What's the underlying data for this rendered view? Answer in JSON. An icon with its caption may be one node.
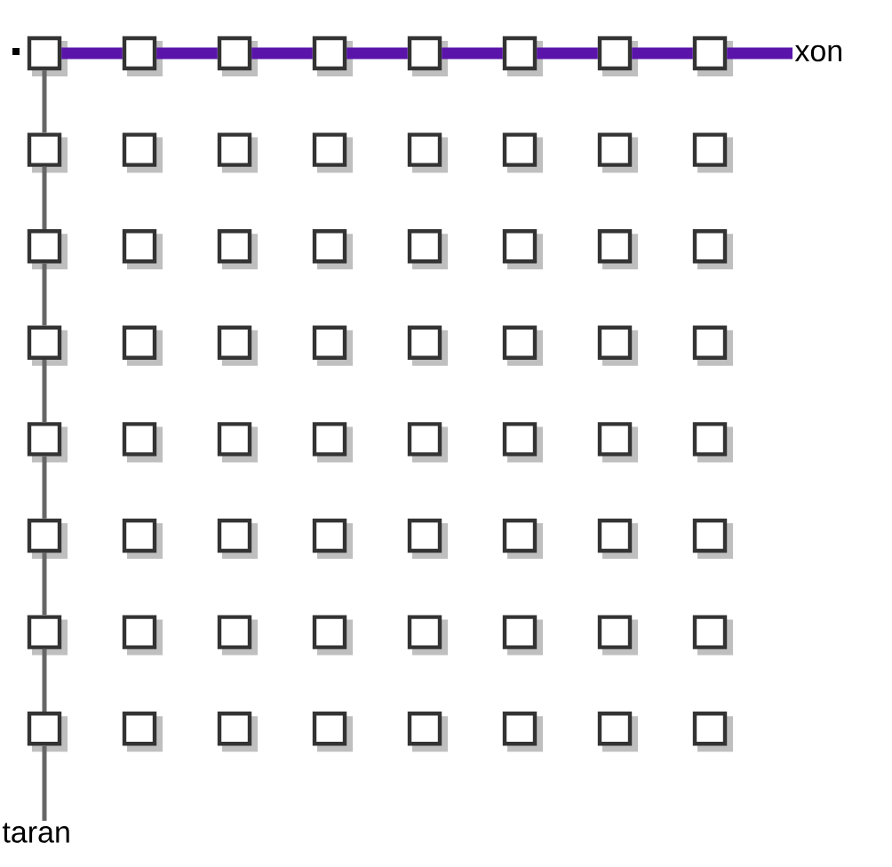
{
  "diagram": {
    "nodes": [
      {
        "text": [],
        "shape": "box"
      },
      {
        "text": [],
        "shape": "box"
      },
      {
        "text": [],
        "shape": "box"
      },
      {
        "text": [],
        "shape": "box"
      },
      {
        "text": [],
        "shape": "box"
      },
      {
        "text": [],
        "shape": "box"
      },
      {
        "text": [],
        "shape": "box"
      },
      {
        "text": [],
        "shape": "box"
      },
      {
        "text": [],
        "shape": "box"
      },
      {
        "text": [],
        "shape": "box"
      },
      {
        "text": [],
        "shape": "box"
      },
      {
        "text": [],
        "shape": "box"
      },
      {
        "text": [],
        "shape": "box"
      },
      {
        "text": [],
        "shape": "box"
      },
      {
        "text": [],
        "shape": "box"
      },
      {
        "text": [],
        "shape": "box"
      },
      {
        "text": [],
        "shape": "box"
      },
      {
        "text": [],
        "shape": "box"
      },
      {
        "text": [],
        "shape": "box"
      },
      {
        "text": [],
        "shape": "box"
      },
      {
        "text": [],
        "shape": "box"
      },
      {
        "text": [],
        "shape": "box"
      },
      {
        "text": [],
        "shape": "box"
      },
      {
        "text": [],
        "shape": "box"
      },
      {
        "text": [],
        "shape": "box"
      },
      {
        "text": [],
        "shape": "box"
      },
      {
        "text": [],
        "shape": "box"
      },
      {
        "text": [],
        "shape": "box"
      },
      {
        "text": [],
        "shape": "box"
      },
      {
        "text": [],
        "shape": "box"
      },
      {
        "text": [],
        "shape": "box"
      },
      {
        "text": [],
        "shape": "box"
      },
      {
        "text": [],
        "shape": "box"
      },
      {
        "text": [],
        "shape": "box"
      },
      {
        "text": [],
        "shape": "box"
      },
      {
        "text": [],
        "shape": "box"
      },
      {
        "text": [],
        "shape": "box"
      },
      {
        "text": [],
        "shape": "box"
      },
      {
        "text": [],
        "shape": "box"
      },
      {
        "text": [],
        "shape": "box"
      },
      {
        "text": [],
        "shape": "box"
      },
      {
        "text": [],
        "shape": "box"
      },
      {
        "text": [],
        "shape": "box"
      },
      {
        "text": [],
        "shape": "box"
      },
      {
        "text": [],
        "shape": "box"
      },
      {
        "text": [],
        "shape": "box"
      },
      {
        "text": [],
        "shape": "box"
      },
      {
        "text": [],
        "shape": "box"
      },
      {
        "text": [],
        "shape": "box"
      },
      {
        "text": [],
        "shape": "box"
      },
      {
        "text": [],
        "shape": "box"
      },
      {
        "text": [],
        "shape": "box"
      },
      {
        "text": [],
        "shape": "box"
      },
      {
        "text": [],
        "shape": "box"
      },
      {
        "text": [],
        "shape": "box"
      },
      {
        "text": [],
        "shape": "box"
      },
      {
        "text": [],
        "shape": "box"
      },
      {
        "text": [],
        "shape": "box"
      },
      {
        "text": [],
        "shape": "box"
      },
      {
        "text": [],
        "shape": "box"
      },
      {
        "text": [],
        "shape": "box"
      },
      {
        "text": [],
        "shape": "box"
      },
      {
        "text": [],
        "shape": "box"
      },
      {
        "text": [],
        "shape": "box"
      },
      {
        "text": [
          "xon"
        ]
      },
      {
        "text": [
          "taran"
        ]
      }
    ],
    "edges": [
      {
        "from": 0,
        "to": 1,
        "arrow": "none",
        "style": "thick",
        "color": "#5a14aa"
      },
      {
        "from": 1,
        "to": 2,
        "arrow": "none",
        "style": "thick",
        "color": "#5a14aa"
      },
      {
        "from": 2,
        "to": 3,
        "arrow": "none",
        "style": "thick",
        "color": "#5a14aa"
      },
      {
        "from": 3,
        "to": 4,
        "arrow": "none",
        "style": "thick",
        "color": "#5a14aa"
      },
      {
        "from": 4,
        "to": 5,
        "arrow": "none",
        "style": "thick",
        "color": "#5a14aa"
      },
      {
        "from": 5,
        "to": 6,
        "arrow": "none",
        "style": "thick",
        "color": "#5a14aa"
      },
      {
        "from": 6,
        "to": 7,
        "arrow": "none",
        "style": "thick",
        "color": "#5a14aa"
      },
      {
        "from": 7,
        "to": 64,
        "arrow": "none",
        "style": "thick",
        "color": "#5a14aa"
      },
      {
        "from": 0,
        "to": 8,
        "arrow": "none"
      },
      {
        "from": 8,
        "to": 16,
        "arrow": "none"
      },
      {
        "from": 16,
        "to": 24,
        "arrow": "none"
      },
      {
        "from": 24,
        "to": 32,
        "arrow": "none"
      },
      {
        "from": 32,
        "to": 40,
        "arrow": "none"
      },
      {
        "from": 40,
        "to": 48,
        "arrow": "none"
      },
      {
        "from": 48,
        "to": 56,
        "arrow": "none"
      },
      {
        "from": 56,
        "to": 65,
        "arrow": "none"
      }
    ]
  }
}
